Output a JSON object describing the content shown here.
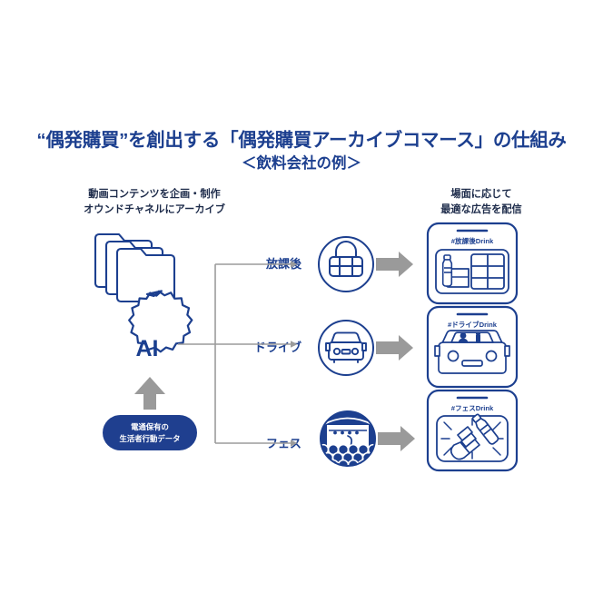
{
  "page": {
    "background": "#ffffff",
    "accent_navy": "#1c3f8f",
    "accent_dark_navy": "#15306e",
    "arrow_gray": "#9a9a9a",
    "line_gray": "#9b9b9b",
    "text_dark": "#1d2b4a"
  },
  "title": {
    "main": "“偶発購買”を創出する「偶発購買アーカイブコマース」の仕組み",
    "sub": "＜飲料会社の例＞"
  },
  "captions": {
    "left_line1": "動画コンテンツを企画・制作",
    "left_line2": "オウンドチャネルにアーカイブ",
    "right_line1": "場面に応じて",
    "right_line2": "最適な広告を配信"
  },
  "data_pill": {
    "line1": "電通保有の",
    "line2": "生活者行動データ"
  },
  "ai_node": {
    "label": "AI",
    "icon": "gear-icon"
  },
  "archive_node": {
    "icon": "folder-stack-icon"
  },
  "scenes": [
    {
      "id": "after-school",
      "label": "放課後",
      "icon": "duffel-bag-icon",
      "ad_label": "#放課後Drink",
      "ad_icon": "locker-bottle-icon"
    },
    {
      "id": "drive",
      "label": "ドライブ",
      "icon": "car-icon",
      "ad_label": "#ドライブDrink",
      "ad_icon": "car-interior-icon"
    },
    {
      "id": "festival",
      "label": "フェス",
      "icon": "festival-stage-icon",
      "ad_label": "#フェスDrink",
      "ad_icon": "hand-bottle-icon"
    }
  ],
  "connectors": {
    "archive_to_ai": "down-arrow-gray",
    "pill_to_ai": "up-arrow-gray",
    "ai_to_scenes": "branch-line-gray",
    "scene_to_ad": "block-arrow-gray"
  }
}
